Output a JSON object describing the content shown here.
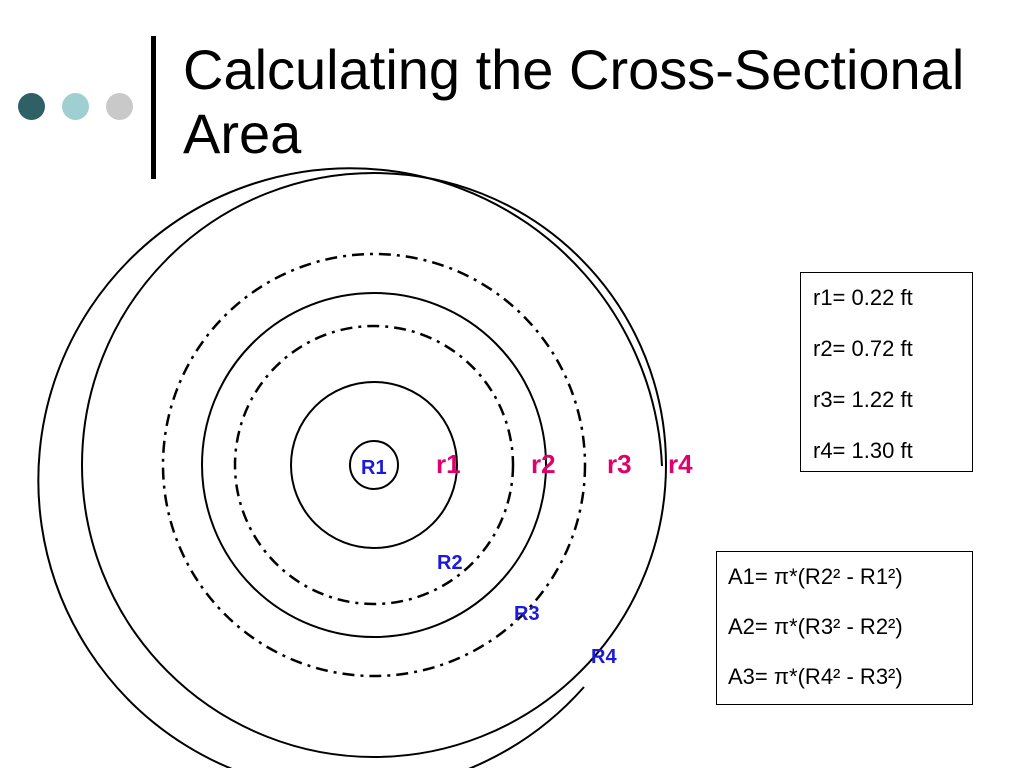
{
  "slide": {
    "title": "Calculating the Cross-Sectional Area"
  },
  "decor": {
    "dot_colors": [
      "#2e6066",
      "#9fcfd0",
      "#c9c9c9"
    ]
  },
  "diagram": {
    "circle_labels": {
      "r1": "r1",
      "r2": "r2",
      "r3": "r3",
      "r4": "r4",
      "R1": "R1",
      "R2": "R2",
      "R3": "R3",
      "R4": "R4"
    },
    "colors": {
      "small_r": "#e0006c",
      "capital_r": "#1a1adc",
      "stroke": "#000000"
    }
  },
  "radii_box": {
    "lines": [
      "r1= 0.22 ft",
      "r2= 0.72 ft",
      "r3= 1.22 ft",
      "r4= 1.30 ft"
    ]
  },
  "areas_box": {
    "lines": [
      "A1= π*(R2² - R1²)",
      "A2= π*(R3² - R2²)",
      "A3= π*(R4² - R3²)"
    ]
  }
}
